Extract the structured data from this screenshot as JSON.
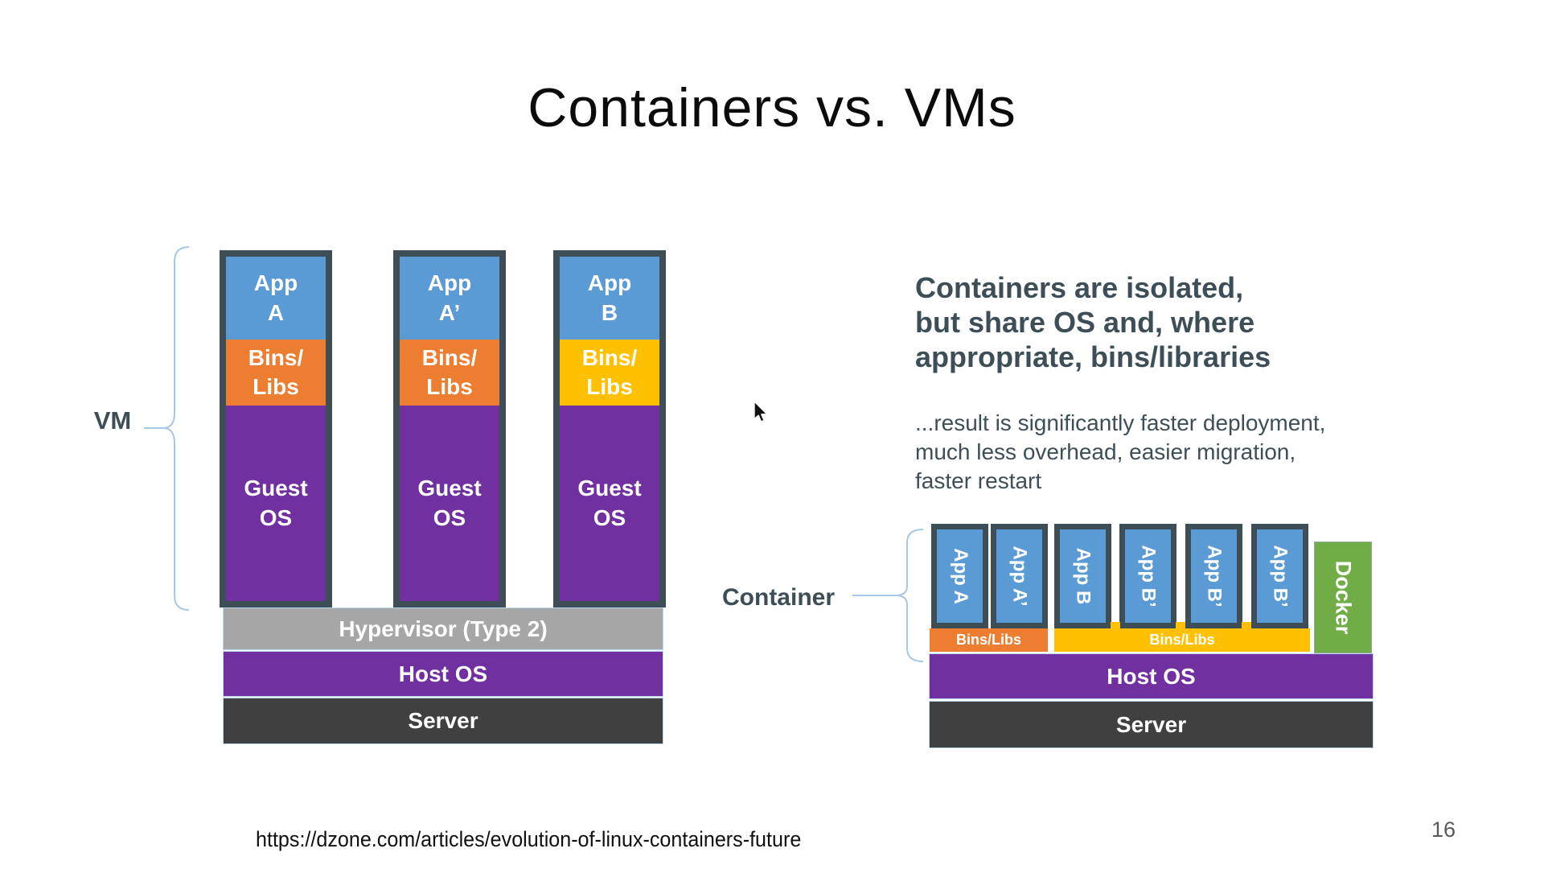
{
  "title": "Containers vs. VMs",
  "vm_diagram": {
    "label": "VM",
    "stacks": [
      {
        "app": "App\nA",
        "bins": "Bins/\nLibs",
        "os": "Guest\nOS"
      },
      {
        "app": "App\nA’",
        "bins": "Bins/\nLibs",
        "os": "Guest\nOS"
      },
      {
        "app": "App\nB",
        "bins": "Bins/\nLibs",
        "os": "Guest\nOS"
      }
    ],
    "hypervisor": "Hypervisor (Type 2)",
    "host_os": "Host OS",
    "server": "Server"
  },
  "right_text": {
    "heading": "Containers are isolated,\nbut share OS and, where\nappropriate, bins/libraries",
    "body": "...result is significantly faster deployment,\nmuch less overhead, easier migration,\nfaster restart"
  },
  "container_diagram": {
    "label": "Container",
    "apps": [
      "App A",
      "App A’",
      "App B",
      "App B’",
      "App B’",
      "App B’"
    ],
    "bins_orange": "Bins/Libs",
    "bins_yellow": "Bins/Libs",
    "docker": "Docker",
    "host_os": "Host OS",
    "server": "Server"
  },
  "footer": {
    "source_url": "https://dzone.com/articles/evolution-of-linux-containers-future",
    "page_number": "16"
  },
  "colors": {
    "app_blue": "#5b9bd5",
    "bins_orange": "#ed7d31",
    "bins_yellow": "#fec000",
    "os_purple": "#7030a0",
    "hypervisor_gray": "#a6a6a6",
    "server_dark": "#404040",
    "docker_green": "#70ad47",
    "box_border": "#3e4e57",
    "brace_blue": "#a8c7e7",
    "text_dark_slate": "#3e4e57",
    "page_number_gray": "#595959"
  }
}
